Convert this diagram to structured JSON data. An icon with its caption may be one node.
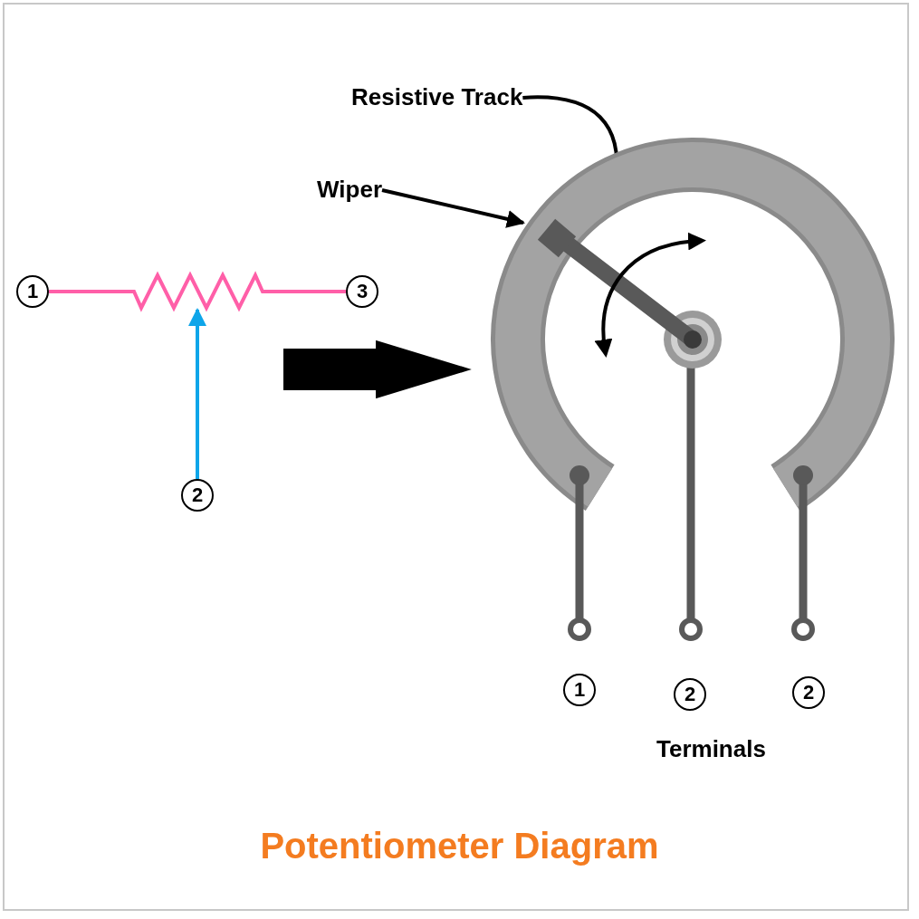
{
  "diagram": {
    "title": "Potentiometer Diagram",
    "nodes": [
      {
        "text": [
          "1"
        ]
      },
      {
        "text": [
          "3"
        ]
      },
      {
        "text": [
          "2"
        ]
      },
      {
        "text": [],
        "shape": "picture"
      },
      {
        "text": [],
        "shape": "picture"
      },
      {
        "text": [
          "Resistive Track"
        ]
      },
      {
        "text": [
          "Wiper"
        ]
      },
      {
        "text": [
          "1"
        ]
      },
      {
        "text": [
          "2"
        ]
      },
      {
        "text": [
          "2"
        ]
      }
    ],
    "edges": [
      {
        "from": 0,
        "to": 3,
        "arrow": "none",
        "color": "#ff5fa8"
      },
      {
        "from": 3,
        "to": 1,
        "arrow": "none",
        "color": "#ff5fa8"
      },
      {
        "from": 2,
        "to": 3,
        "arrow": "to",
        "color": "#0ea5e9"
      },
      {
        "from": null,
        "to": 4,
        "arrow": "to",
        "style": "thick"
      },
      {
        "from": 5,
        "to": 4,
        "arrow": "to"
      },
      {
        "from": 6,
        "to": 4,
        "arrow": "to"
      }
    ],
    "labels": [
      "Terminals"
    ]
  }
}
